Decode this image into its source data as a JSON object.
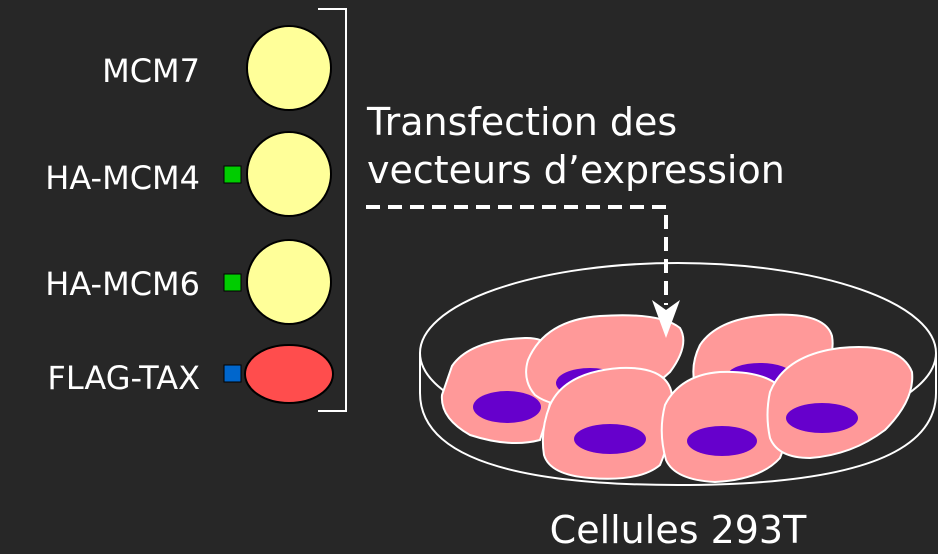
{
  "constructs": [
    {
      "label": "MCM7",
      "tag": "",
      "shape": "circle",
      "color": "#ffff99"
    },
    {
      "label": "HA-MCM4",
      "tag": "HA",
      "shape": "circle",
      "color": "#ffff99",
      "tag_color": "#00cc00"
    },
    {
      "label": "HA-MCM6",
      "tag": "HA",
      "shape": "circle",
      "color": "#ffff99",
      "tag_color": "#00cc00"
    },
    {
      "label": "FLAG-TAX",
      "tag": "FLAG",
      "shape": "ellipse",
      "color": "#ff4d4d",
      "tag_color": "#0066cc"
    }
  ],
  "transfection": {
    "line1": "Transfection des",
    "line2": "vecteurs d’expression"
  },
  "dish": {
    "label": "Cellules 293T",
    "cell_color": "#ff9999",
    "nucleus_color": "#6600cc"
  }
}
